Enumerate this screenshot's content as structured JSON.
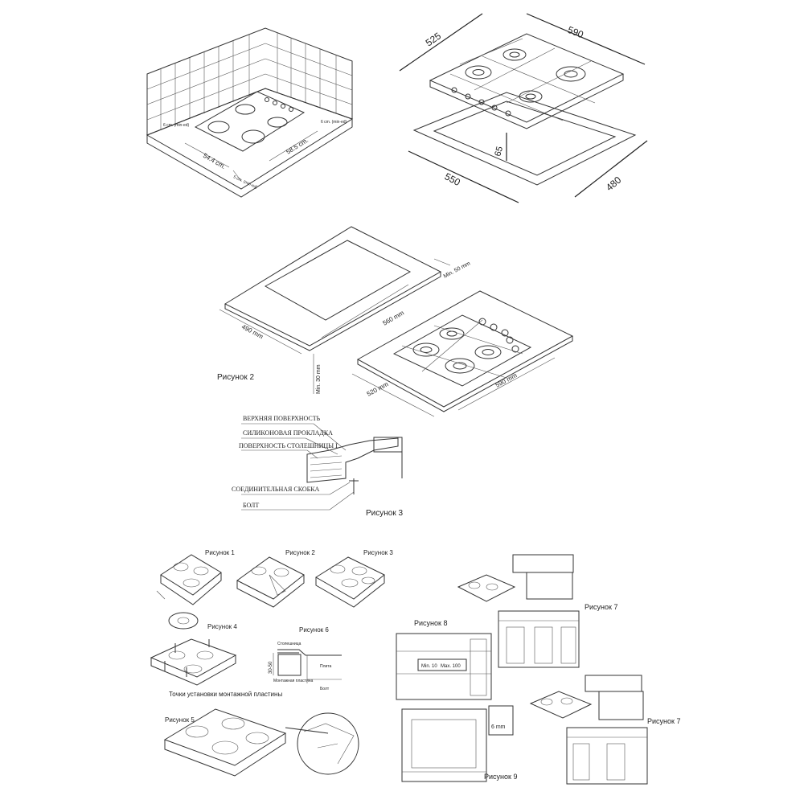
{
  "kitchen_view": {
    "dim_depth": "54.4 cm.",
    "dim_width": "58.5 cm.",
    "clear_left": "6 cm. (min-ed)",
    "clear_right": "6 cm. (min-ed)",
    "clear_front": "5 cm. (min-ed)"
  },
  "hob_dims": {
    "d525": "525",
    "d590": "590",
    "d65": "65",
    "d550": "550",
    "d480": "480"
  },
  "fig2": {
    "label": "Рисунок 2",
    "min50_top": "Min. 50 mm",
    "d490": "490 mm",
    "d560": "560 mm",
    "min30": "Min. 30 mm",
    "d520": "520 mm",
    "d590": "590 mm"
  },
  "fig3": {
    "label": "Рисунок 3",
    "c1": "ВЕРХНЯЯ ПОВЕРХНОСТЬ",
    "c2": "СИЛИКОНОВАЯ ПРОКЛАДКА",
    "c3": "ПОВЕРХНОСТЬ СТОЛЕШНИЦЫ I",
    "c4": "СОЕДИНИТЕЛЬНАЯ СКОБКА",
    "c5": "БОЛТ"
  },
  "steps": {
    "s1": "Рисунок 1",
    "s2": "Рисунок 2",
    "s3": "Рисунок 3",
    "s4": "Рисунок 4",
    "s5": "Рисунок 5",
    "s6": "Рисунок 6",
    "mount_points": "Точки установки монтажной пластины",
    "s6_top": "Столешница",
    "s6_range": "30-50",
    "s6_plate": "Монтажная пластина",
    "s6_board": "Плита",
    "s6_bolt": "Болт"
  },
  "right_figs": {
    "fig7a": "Рисунок 7",
    "fig7b": "Рисунок 7",
    "fig8": "Рисунок 8",
    "fig9": "Рисунок 9",
    "min10": "Min. 10",
    "max100": "Max. 100",
    "gap6": "6 mm"
  }
}
